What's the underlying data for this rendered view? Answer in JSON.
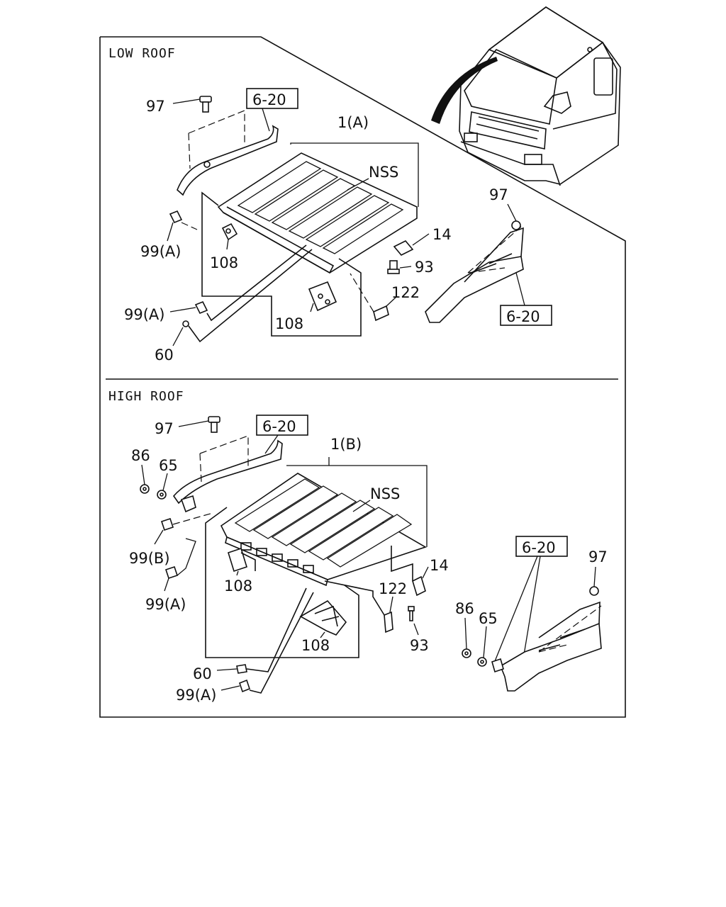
{
  "sections": {
    "low_roof": "LOW ROOF",
    "high_roof": "HIGH ROOF"
  },
  "low": {
    "ref_left": "6-20",
    "ref_right": "6-20",
    "lbl_97_left": "97",
    "lbl_1a": "1(A)",
    "lbl_nss": "NSS",
    "lbl_99a_1": "99(A)",
    "lbl_108_1": "108",
    "lbl_14": "14",
    "lbl_93": "93",
    "lbl_97_right": "97",
    "lbl_122": "122",
    "lbl_99a_2": "99(A)",
    "lbl_108_2": "108",
    "lbl_60": "60"
  },
  "high": {
    "lbl_97_left": "97",
    "ref_left": "6-20",
    "lbl_1b": "1(B)",
    "lbl_86_left": "86",
    "lbl_65_left": "65",
    "lbl_nss": "NSS",
    "lbl_99b": "99(B)",
    "lbl_108_1": "108",
    "lbl_99a_1": "99(A)",
    "lbl_122": "122",
    "lbl_14": "14",
    "ref_right": "6-20",
    "lbl_97_right": "97",
    "lbl_86_right": "86",
    "lbl_65_right": "65",
    "lbl_93": "93",
    "lbl_108_2": "108",
    "lbl_60": "60",
    "lbl_99a_2": "99(A)"
  }
}
